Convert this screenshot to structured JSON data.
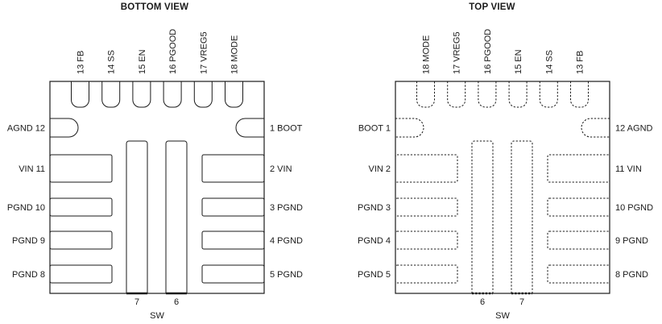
{
  "figure": {
    "description": "QFN-18 package pinout, bottom and top views",
    "colors": {
      "background": "#ffffff",
      "line": "#1a1a1a",
      "text": "#1a1a1a"
    },
    "diagrams": [
      {
        "title": "BOTTOM VIEW",
        "pad_line_style": "solid",
        "top_pins": [
          "13 FB",
          "14 SS",
          "15 EN",
          "16 PGOOD",
          "17 VREG5",
          "18 MODE"
        ],
        "left_pins": [
          "AGND 12",
          "VIN 11",
          "PGND 10",
          "PGND 9",
          "PGND 8"
        ],
        "right_pins": [
          "1 BOOT",
          "2 VIN",
          "3 PGND",
          "4 PGND",
          "5 PGND"
        ],
        "bottom_pin_numbers": [
          "7",
          "6"
        ],
        "bottom_pad_name": "SW"
      },
      {
        "title": "TOP VIEW",
        "pad_line_style": "dashed",
        "top_pins": [
          "18 MODE",
          "17 VREG5",
          "16 PGOOD",
          "15 EN",
          "14 SS",
          "13 FB"
        ],
        "left_pins": [
          "BOOT 1",
          "VIN 2",
          "PGND 3",
          "PGND 4",
          "PGND 5"
        ],
        "right_pins": [
          "12 AGND",
          "11 VIN",
          "10 PGND",
          "9 PGND",
          "8 PGND"
        ],
        "bottom_pin_numbers": [
          "6",
          "7"
        ],
        "bottom_pad_name": "SW"
      }
    ]
  }
}
